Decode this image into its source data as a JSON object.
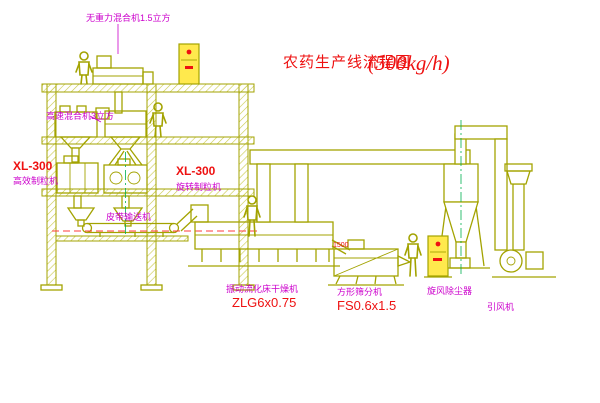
{
  "title": {
    "main": "农药生产线流程图",
    "capacity": "(500kg/h)"
  },
  "labels": {
    "top_mixer": "无重力混合机1.5立方",
    "high_speed_mixer": "高速混合机3立方",
    "left_granulator_model": "XL-300",
    "left_granulator_name": "高效制粒机",
    "mid_granulator_model": "XL-300",
    "mid_granulator_name": "旋转制粒机",
    "belt_conveyor": "皮带输送机",
    "dryer_name": "振动流化床干燥机",
    "dryer_model": "ZLG6x0.75",
    "sifter_name": "方形筛分机",
    "sifter_model": "FS0.6x1.5",
    "sifter_size": "1500",
    "cyclone": "旋风除尘器",
    "fan": "引风机"
  },
  "colors": {
    "line": "#a3a300",
    "label": "#cc00cc",
    "accent": "#ee1111",
    "centerline": "#00b050",
    "cabinet": "#ffe94d"
  }
}
